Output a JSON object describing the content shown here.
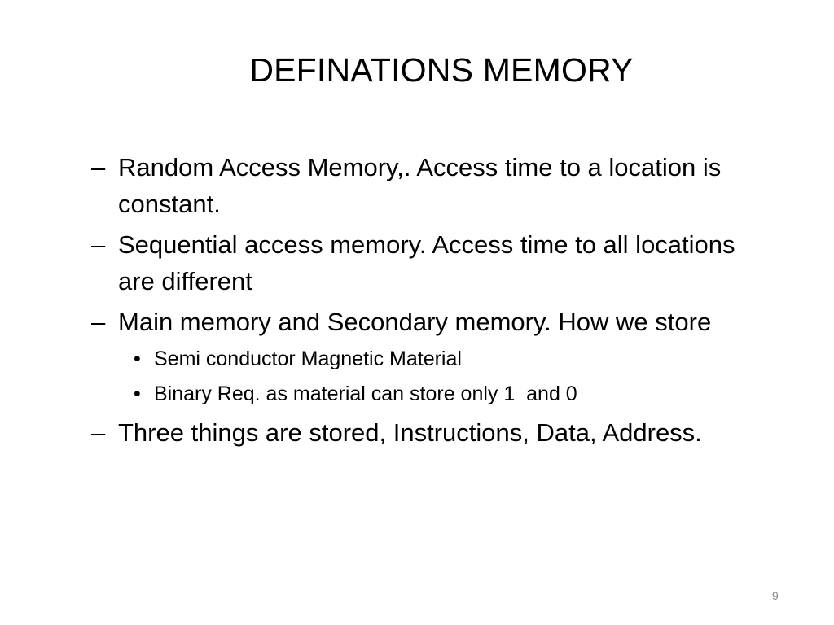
{
  "slide": {
    "title": "DEFINATIONS MEMORY",
    "page_number": "9",
    "bullet_marker": "–",
    "sub_bullet_marker": "•",
    "items": [
      {
        "text": "Random Access Memory,. Access time to a location is constant."
      },
      {
        "text": "Sequential access memory. Access time to all locations are different"
      },
      {
        "text": "Main memory and Secondary memory. How we store"
      },
      {
        "text": "Three things are stored, Instructions, Data, Address."
      }
    ],
    "sub_items": [
      {
        "text": "Semi conductor Magnetic Material"
      },
      {
        "text": "Binary Req. as material can store only 1  and 0"
      }
    ]
  }
}
